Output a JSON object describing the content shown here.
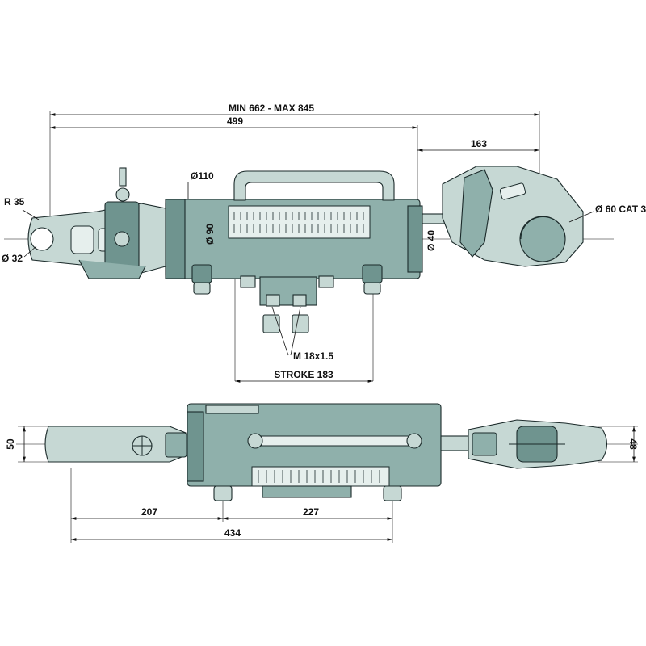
{
  "colors": {
    "body": "#8fb0ab",
    "body_dark": "#6f948f",
    "body_light": "#c6d8d4",
    "line": "#111111",
    "background": "#ffffff"
  },
  "top_view": {
    "dim_overall": "MIN 662 - MAX 845",
    "dim_body": "499",
    "dim_hook": "163",
    "dim_cylinder_dia": "Ø110",
    "dim_rod_body": "Ø 90",
    "dim_rod": "Ø 40",
    "dim_hook_ball": "Ø 60 CAT 3",
    "dim_eye_radius": "R 35",
    "dim_eye_hole": "Ø 32",
    "dim_thread": "M 18x1.5",
    "dim_stroke": "STROKE 183"
  },
  "side_view": {
    "dim_height_left": "50",
    "dim_height_right": "48",
    "dim_eye_to_port": "207",
    "dim_port_spacing": "227",
    "dim_eye_to_port2": "434"
  }
}
